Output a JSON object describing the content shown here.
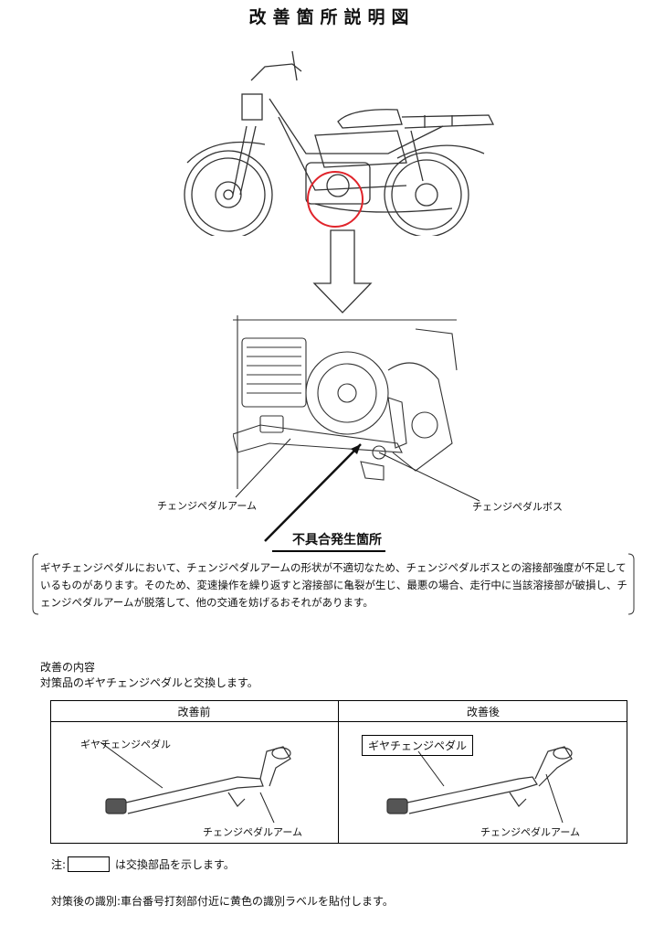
{
  "title": "改善箇所説明図",
  "callouts": {
    "change_pedal_arm": "チェンジペダルアーム",
    "change_pedal_boss": "チェンジペダルボス"
  },
  "defect_location": "不具合発生箇所",
  "description": "ギヤチェンジペダルにおいて、チェンジペダルアームの形状が不適切なため、チェンジペダルボスとの溶接部強度が不足しているものがあります。そのため、変速操作を繰り返すと溶接部に亀裂が生じ、最悪の場合、走行中に当該溶接部が破損し、チェンジペダルアームが脱落して、他の交通を妨げるおそれがあります。",
  "improvement": {
    "heading": "改善の内容",
    "text": "対策品のギヤチェンジペダルと交換します。"
  },
  "comparison": {
    "before_header": "改善前",
    "after_header": "改善後",
    "before_gear_label": "ギヤチェンジペダル",
    "before_arm_label": "チェンジペダルアーム",
    "after_gear_label": "ギヤチェンジペダル",
    "after_arm_label": "チェンジペダルアーム"
  },
  "note": {
    "prefix": "注:",
    "suffix": "は交換部品を示します。"
  },
  "identification": "対策後の識別:車台番号打刻部付近に黄色の識別ラベルを貼付します。",
  "colors": {
    "highlight_circle": "#e0242b",
    "line_art": "#333333"
  }
}
